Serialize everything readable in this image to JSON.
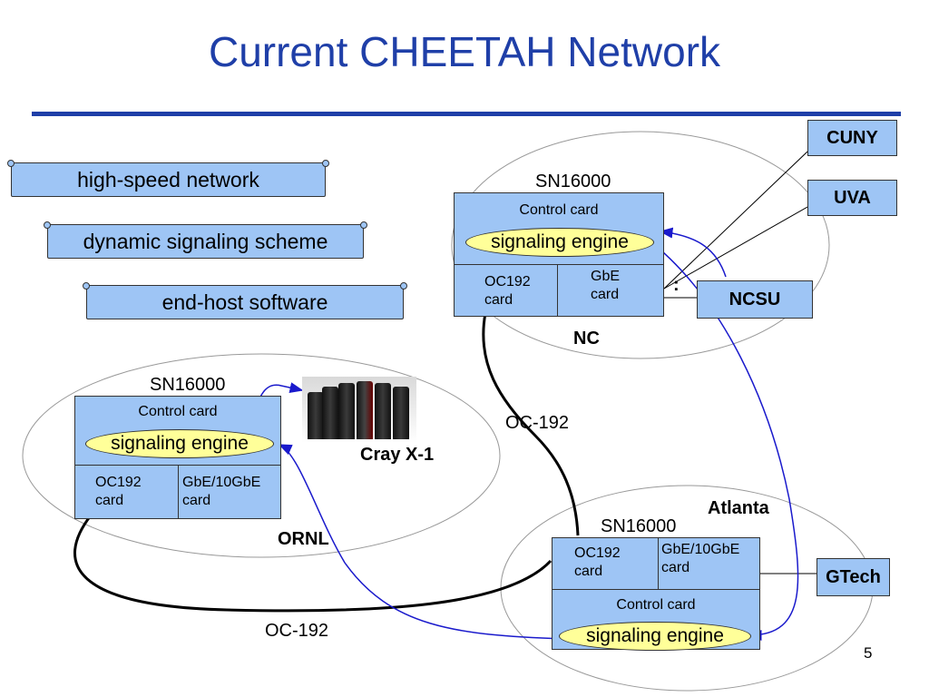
{
  "title": "Current CHEETAH Network",
  "features": [
    "high-speed network",
    "dynamic signaling scheme",
    "end-host software"
  ],
  "nodes": {
    "nc": {
      "switch": "SN16000",
      "control": "Control card",
      "engine": "signaling engine",
      "card_left": [
        "OC192",
        "card"
      ],
      "card_right": [
        "GbE",
        "card"
      ],
      "site": "NC"
    },
    "ornl": {
      "switch": "SN16000",
      "control": "Control card",
      "engine": "signaling engine",
      "card_left": [
        "OC192",
        "card"
      ],
      "card_right": [
        "GbE/10GbE",
        "card"
      ],
      "site": "ORNL"
    },
    "atlanta": {
      "switch": "SN16000",
      "control": "Control card",
      "engine": "signaling engine",
      "card_left": [
        "OC192",
        "card"
      ],
      "card_right": [
        "GbE/10GbE",
        "card"
      ],
      "site": "Atlanta"
    }
  },
  "sites": [
    "CUNY",
    "UVA",
    "NCSU",
    "GTech"
  ],
  "ellipsis": ":",
  "links": [
    "OC-192",
    "OC-192"
  ],
  "cray_label": "Cray X-1",
  "page_number": "5",
  "colors": {
    "title": "#1f3fa8",
    "box": "#9ec5f5",
    "engine": "#ffff99",
    "signal": "#1a1acc"
  }
}
